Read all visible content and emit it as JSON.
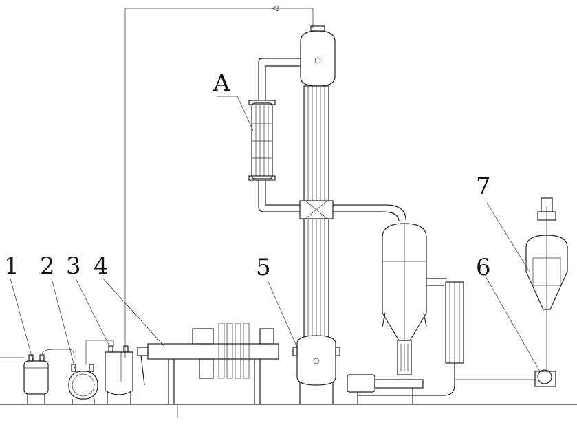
{
  "labels": {
    "a": "A",
    "one": "1",
    "two": "2",
    "three": "3",
    "four": "4",
    "five": "5",
    "six": "6",
    "seven": "7"
  },
  "colors": {
    "line": "#222222",
    "background": "#ffffff"
  }
}
